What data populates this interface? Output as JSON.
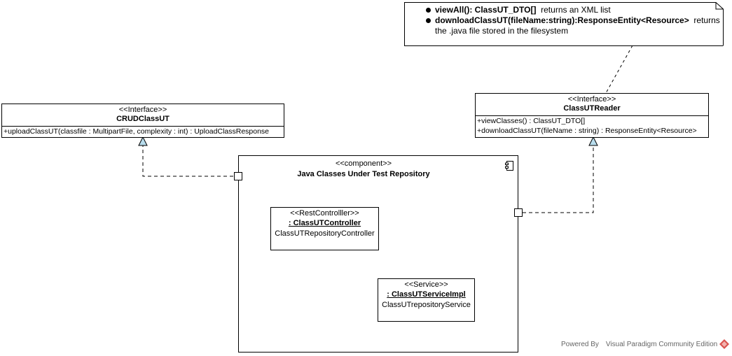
{
  "note": {
    "line1_bold": "viewAll(): ClassUT_DTO[]",
    "line1_rest": "returns an XML list",
    "line2_bold": "downloadClassUT(fileName:string):ResponseEntity<Resource>",
    "line2_rest": "returns",
    "line3": "the .java file stored in the filesystem"
  },
  "crud_interface": {
    "stereotype": "<<Interface>>",
    "name": "CRUDClassUT",
    "operations": [
      "+uploadClassUT(classfile : MultipartFile, complexity : int) : UploadClassResponse"
    ]
  },
  "reader_interface": {
    "stereotype": "<<Interface>>",
    "name": "ClassUTReader",
    "operations": [
      "+viewClasses() : ClassUT_DTO[]",
      "+downloadClassUT(fileName : string) : ResponseEntity<Resource>"
    ]
  },
  "component": {
    "stereotype": "<<component>>",
    "name": "Java Classes Under Test Repository",
    "icon": "component-icon"
  },
  "controller": {
    "stereotype": "<<RestControlller>>",
    "instance": ": ClassUTController",
    "name": "ClassUTRepositoryController"
  },
  "service": {
    "stereotype": "<<Service>>",
    "instance": ": ClassUTServiceImpl",
    "name": "ClassUTrepositoryService"
  },
  "footer": {
    "text": "Powered By Visual Paradigm Community Edition",
    "logo": "visual-paradigm-logo-icon"
  }
}
